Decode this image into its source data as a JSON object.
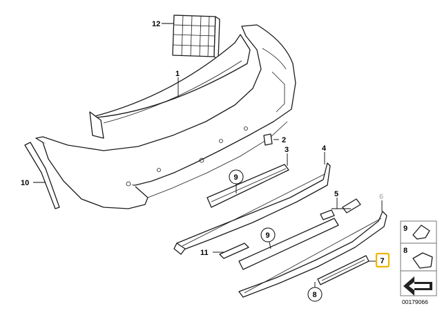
{
  "diagram": {
    "labels": [
      {
        "id": "lbl-1",
        "text": "1"
      },
      {
        "id": "lbl-2",
        "text": "2"
      },
      {
        "id": "lbl-3",
        "text": "3"
      },
      {
        "id": "lbl-4",
        "text": "4"
      },
      {
        "id": "lbl-5",
        "text": "5"
      },
      {
        "id": "lbl-6",
        "text": "6"
      },
      {
        "id": "lbl-7",
        "text": "7"
      },
      {
        "id": "lbl-8",
        "text": "8"
      },
      {
        "id": "lbl-9a",
        "text": "9"
      },
      {
        "id": "lbl-9b",
        "text": "9"
      },
      {
        "id": "lbl-10",
        "text": "10"
      },
      {
        "id": "lbl-11",
        "text": "11"
      },
      {
        "id": "lbl-12",
        "text": "12"
      }
    ],
    "legend": {
      "item_a": "9",
      "item_b": "8"
    },
    "catalog_number": "00179066",
    "colors": {
      "line": "#1a1a1a",
      "highlight": "#f0b400",
      "dimmed_label": "#bdbdbd"
    }
  }
}
